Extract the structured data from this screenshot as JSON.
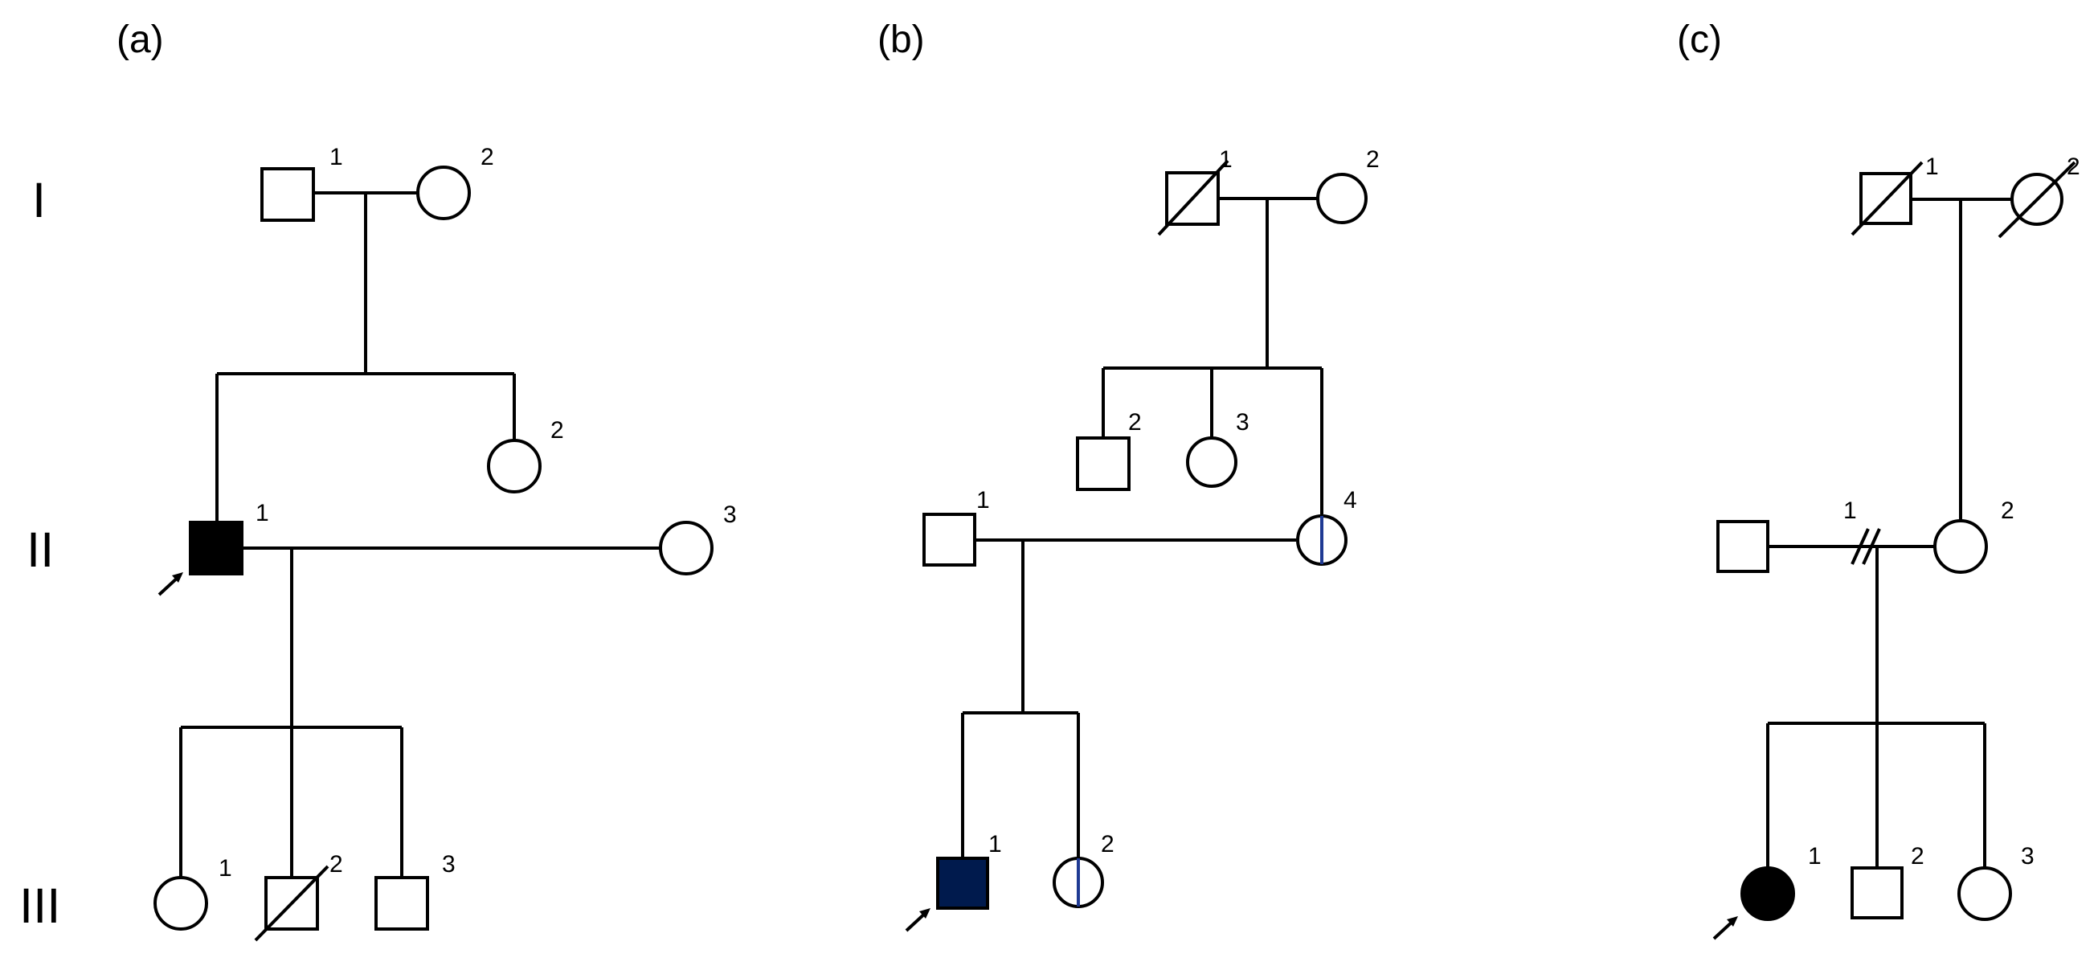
{
  "panels": [
    {
      "label": "(a)",
      "generations": [
        "I",
        "II",
        "III"
      ],
      "individuals": [
        {
          "gen": "I",
          "num": "1",
          "sex": "male",
          "status": "unaffected"
        },
        {
          "gen": "I",
          "num": "2",
          "sex": "female",
          "status": "unaffected"
        },
        {
          "gen": "II",
          "num": "1",
          "sex": "male",
          "status": "affected",
          "proband": true
        },
        {
          "gen": "II",
          "num": "2",
          "sex": "female",
          "status": "unaffected"
        },
        {
          "gen": "II",
          "num": "3",
          "sex": "female",
          "status": "unaffected"
        },
        {
          "gen": "III",
          "num": "1",
          "sex": "female",
          "status": "unaffected"
        },
        {
          "gen": "III",
          "num": "2",
          "sex": "male",
          "status": "deceased"
        },
        {
          "gen": "III",
          "num": "3",
          "sex": "male",
          "status": "unaffected"
        }
      ]
    },
    {
      "label": "(b)",
      "individuals": [
        {
          "gen": "I",
          "num": "1",
          "sex": "male",
          "status": "deceased"
        },
        {
          "gen": "I",
          "num": "2",
          "sex": "female",
          "status": "unaffected"
        },
        {
          "gen": "II",
          "num": "1",
          "sex": "male",
          "status": "unaffected"
        },
        {
          "gen": "II",
          "num": "2",
          "sex": "male",
          "status": "unaffected"
        },
        {
          "gen": "II",
          "num": "3",
          "sex": "female",
          "status": "unaffected"
        },
        {
          "gen": "II",
          "num": "4",
          "sex": "female",
          "status": "carrier"
        },
        {
          "gen": "III",
          "num": "1",
          "sex": "male",
          "status": "affected",
          "proband": true
        },
        {
          "gen": "III",
          "num": "2",
          "sex": "female",
          "status": "carrier"
        }
      ]
    },
    {
      "label": "(c)",
      "individuals": [
        {
          "gen": "I",
          "num": "1",
          "sex": "male",
          "status": "deceased"
        },
        {
          "gen": "I",
          "num": "2",
          "sex": "female",
          "status": "deceased"
        },
        {
          "gen": "II",
          "num": "1",
          "sex": "male",
          "status": "unaffected"
        },
        {
          "gen": "II",
          "num": "2",
          "sex": "female",
          "status": "unaffected",
          "relationship": "divorced from II-1"
        },
        {
          "gen": "III",
          "num": "1",
          "sex": "female",
          "status": "affected",
          "proband": true
        },
        {
          "gen": "III",
          "num": "2",
          "sex": "male",
          "status": "unaffected"
        },
        {
          "gen": "III",
          "num": "3",
          "sex": "female",
          "status": "unaffected"
        }
      ]
    }
  ],
  "colors": {
    "line": "#000000",
    "affected_a": "#000000",
    "affected_b": "#001a4d",
    "affected_c": "#000000",
    "carrier_line": "#1f3a93"
  }
}
